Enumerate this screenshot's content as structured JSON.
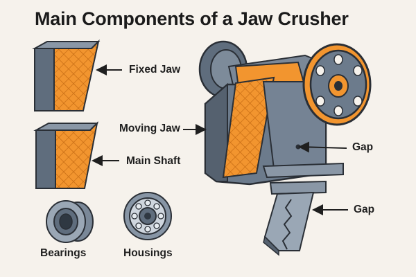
{
  "title": "Main Components of a Jaw Crusher",
  "labels": {
    "fixed_jaw": "Fixed Jaw",
    "moving_jaw": "Moving Jaw",
    "main_shaft": "Main Shaft",
    "gap_upper": "Gap",
    "gap_lower": "Gap",
    "bearings": "Bearings",
    "housings": "Housings"
  },
  "colors": {
    "background": "#f6f2ec",
    "jaw_plate_orange": "#f2952f",
    "steel_gray": "#6c7b8c",
    "steel_dark": "#3f4a56",
    "outline": "#2a2f36"
  }
}
